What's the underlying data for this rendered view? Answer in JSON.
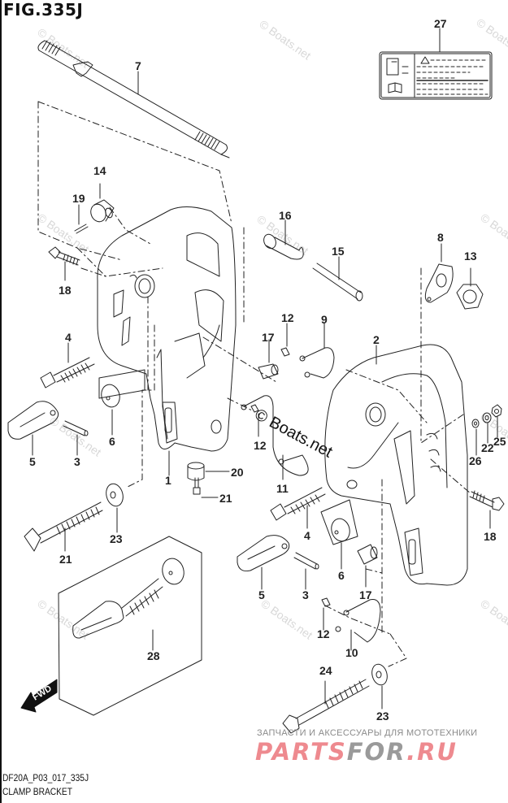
{
  "figure": {
    "title": "FIG.335J",
    "code": "DF20A_P03_017_335J",
    "name": "CLAMP BRACKET"
  },
  "callouts": [
    {
      "id": "c27",
      "label": "27",
      "part": "warning-label"
    },
    {
      "id": "c7",
      "label": "7",
      "part": "clamp-shaft"
    },
    {
      "id": "c14",
      "label": "14",
      "part": "bushing"
    },
    {
      "id": "c19",
      "label": "19",
      "part": "pin"
    },
    {
      "id": "c18a",
      "label": "18",
      "part": "bolt"
    },
    {
      "id": "c16",
      "label": "16",
      "part": "bushing"
    },
    {
      "id": "c15",
      "label": "15",
      "part": "pin"
    },
    {
      "id": "c8",
      "label": "8",
      "part": "plate"
    },
    {
      "id": "c13",
      "label": "13",
      "part": "nut"
    },
    {
      "id": "c12a",
      "label": "12",
      "part": "screw"
    },
    {
      "id": "c9",
      "label": "9",
      "part": "ground-wire"
    },
    {
      "id": "c17a",
      "label": "17",
      "part": "stopper"
    },
    {
      "id": "c2",
      "label": "2",
      "part": "clamp-bracket-starboard"
    },
    {
      "id": "c4a",
      "label": "4",
      "part": "clamp-screw"
    },
    {
      "id": "c6a",
      "label": "6",
      "part": "pad"
    },
    {
      "id": "c5a",
      "label": "5",
      "part": "handle"
    },
    {
      "id": "c3a",
      "label": "3",
      "part": "pin"
    },
    {
      "id": "c1",
      "label": "1",
      "part": "clamp-bracket-port"
    },
    {
      "id": "c12b",
      "label": "12",
      "part": "screw"
    },
    {
      "id": "c20",
      "label": "20",
      "part": "cushion"
    },
    {
      "id": "c21a",
      "label": "21",
      "part": "bolt"
    },
    {
      "id": "c11",
      "label": "11",
      "part": "ground-wire"
    },
    {
      "id": "c26",
      "label": "26",
      "part": "washer"
    },
    {
      "id": "c22",
      "label": "22",
      "part": "washer"
    },
    {
      "id": "c25",
      "label": "25",
      "part": "nut"
    },
    {
      "id": "c18b",
      "label": "18",
      "part": "bolt"
    },
    {
      "id": "c23a",
      "label": "23",
      "part": "washer"
    },
    {
      "id": "c21b",
      "label": "21",
      "part": "bolt"
    },
    {
      "id": "c4b",
      "label": "4",
      "part": "clamp-screw"
    },
    {
      "id": "c6b",
      "label": "6",
      "part": "pad"
    },
    {
      "id": "c5b",
      "label": "5",
      "part": "handle"
    },
    {
      "id": "c3b",
      "label": "3",
      "part": "pin"
    },
    {
      "id": "c17b",
      "label": "17",
      "part": "stopper"
    },
    {
      "id": "c12c",
      "label": "12",
      "part": "screw"
    },
    {
      "id": "c10",
      "label": "10",
      "part": "ground-wire"
    },
    {
      "id": "c28",
      "label": "28",
      "part": "clamp-screw-kit"
    },
    {
      "id": "c24",
      "label": "24",
      "part": "bolt"
    },
    {
      "id": "c23b",
      "label": "23",
      "part": "washer"
    }
  ],
  "direction_badge": {
    "label": "FWD",
    "icon": "forward-arrow-icon"
  },
  "watermarks": {
    "text": "© Boats.net",
    "shop_tagline": "ЗАПЧАСТИ И АКСЕССУАРЫ ДЛЯ МОТОТЕХНИКИ",
    "shop_logo_part1": "PARTS",
    "shop_logo_part2": "FOR",
    "shop_logo_part3": ".RU"
  },
  "colors": {
    "line": "#222222",
    "shop_red": "#ee8a8f",
    "shop_gray": "#9a9a9a"
  }
}
